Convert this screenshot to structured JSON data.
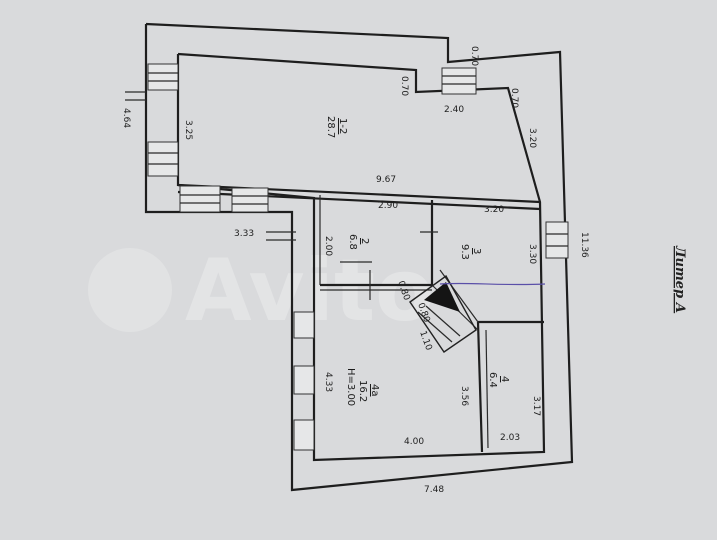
{
  "title": "Литер А",
  "watermark": "Avito",
  "dimensions": {
    "overall_length": "11.36",
    "overall_width": "7.48",
    "left_height": "4.64",
    "step_width": "3.33",
    "step_depth": "2.00",
    "corridor_length": "9.67",
    "corridor_width": "3.25",
    "niche_left": "0.70",
    "niche_top": "0.70",
    "niche_length": "2.40",
    "niche_right": "0.70",
    "right_wall_upper": "3.20",
    "room2_length": "2.90",
    "room3_length": "3.20",
    "room3_width": "3.30",
    "diag_a": "0.80",
    "diag_b": "0.80",
    "diag_c": "1.10",
    "room4a_width": "4.33",
    "room4a_length": "4.00",
    "room4a_inner": "3.56",
    "room5_width": "3.17",
    "room5_length": "2.03"
  },
  "rooms": [
    {
      "number": "1-2",
      "area": "28.7"
    },
    {
      "number": "2",
      "area": "6.8"
    },
    {
      "number": "3",
      "area": "9.3"
    },
    {
      "number": "4a",
      "area": "16.2",
      "height": "H=3.00"
    },
    {
      "number": "4",
      "area": "6.4"
    }
  ]
}
